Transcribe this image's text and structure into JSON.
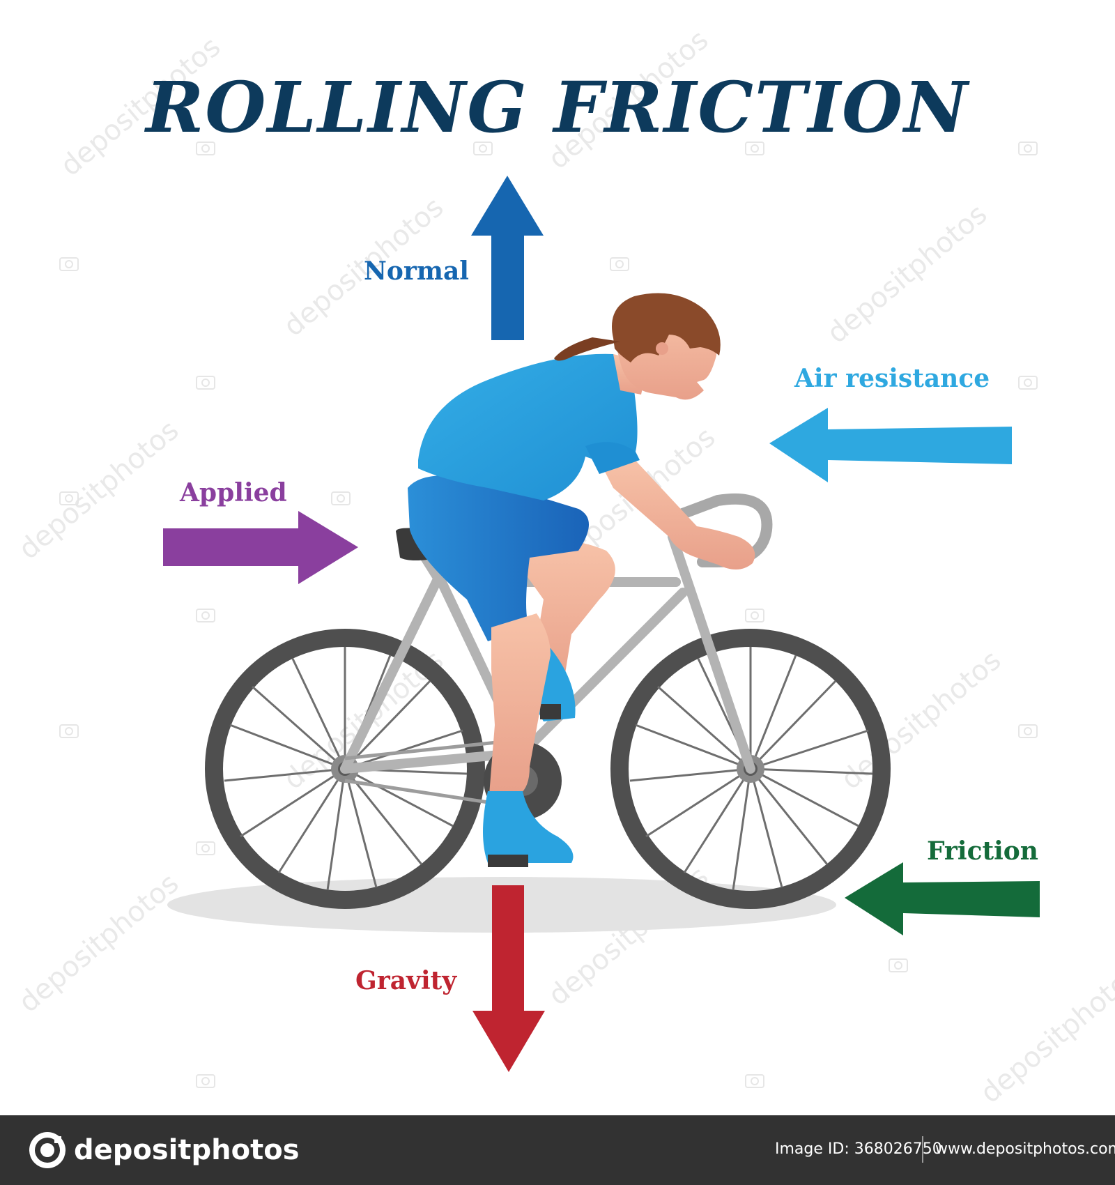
{
  "title": "ROLLING FRICTION",
  "colors": {
    "title": "#0d3a5c",
    "normal": "#1666b0",
    "air_resistance": "#2ea8e0",
    "applied": "#8a3f9e",
    "friction": "#146b3a",
    "gravity": "#bf2430",
    "jersey": "#2aa3e0",
    "shorts": "#1f78c8",
    "skin": "#f2b79c",
    "hair": "#8a4a2a",
    "bike_frame": "#b3b3b3",
    "tire": "#4f4f4f",
    "shadow": "#e3e3e3",
    "footer_bg": "#323232"
  },
  "forces": {
    "normal": {
      "label": "Normal",
      "direction": "up"
    },
    "air_resistance": {
      "label": "Air resistance",
      "direction": "left"
    },
    "applied": {
      "label": "Applied",
      "direction": "right"
    },
    "friction": {
      "label": "Friction",
      "direction": "left"
    },
    "gravity": {
      "label": "Gravity",
      "direction": "down"
    }
  },
  "illustration": {
    "subject": "cyclist-on-bicycle",
    "icons": [
      "camera-icon"
    ]
  },
  "watermark": {
    "text": "depositphotos"
  },
  "footer": {
    "brand": "depositphotos",
    "image_id": "Image ID: 368026750",
    "url": "www.depositphotos.com"
  }
}
